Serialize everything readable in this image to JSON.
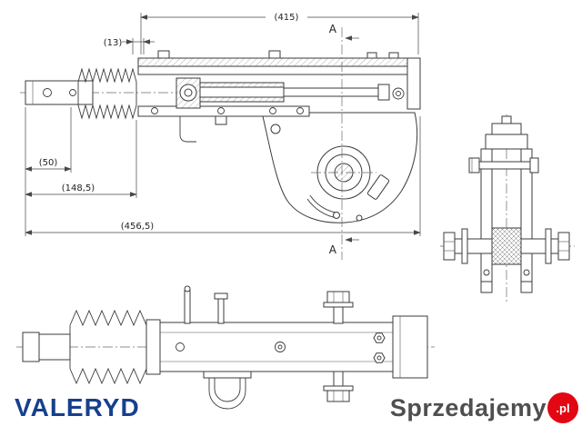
{
  "drawing": {
    "dim_415": "(415)",
    "dim_13": "(13)",
    "dim_50": "(50)",
    "dim_148_5": "(148,5)",
    "dim_456_5": "(456,5)",
    "section_label_top": "A",
    "section_label_bottom": "A"
  },
  "branding": {
    "manufacturer_logo": "VALERYD",
    "manufacturer_color": "#16408e",
    "marketplace_name": "Sprzedajemy",
    "marketplace_suffix": ".pl",
    "marketplace_text_color": "#4f4f4f",
    "marketplace_badge_color": "#e30613"
  }
}
